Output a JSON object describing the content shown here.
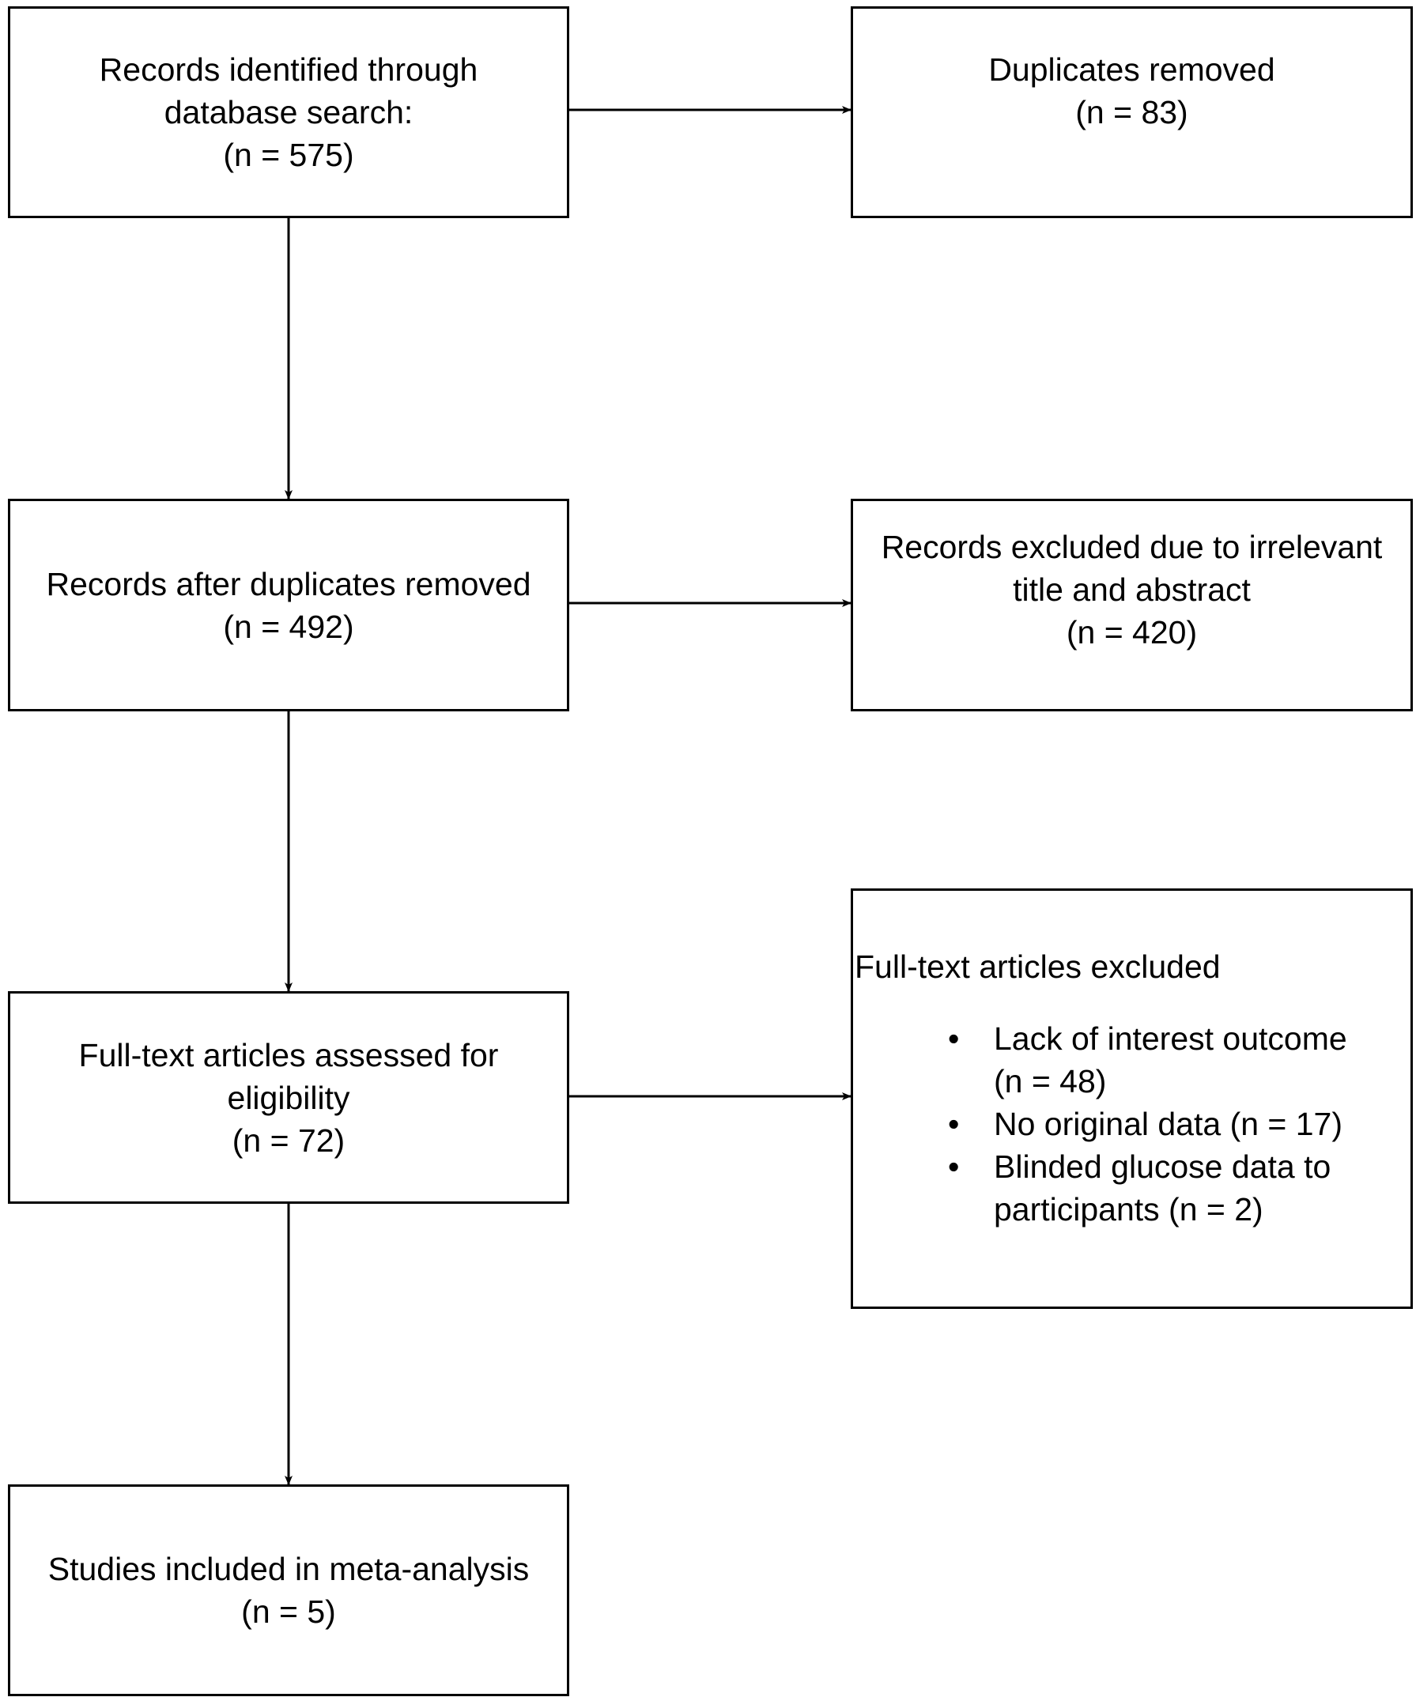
{
  "flow": {
    "identified": {
      "lines": [
        "Records identified through",
        "database search:",
        "(n = 575)"
      ]
    },
    "duplicates": {
      "lines": [
        "Duplicates removed",
        "(n = 83)"
      ]
    },
    "after_duplicates": {
      "lines": [
        "Records after duplicates removed",
        "(n = 492)"
      ]
    },
    "excluded_title": {
      "lines": [
        "Records excluded due to irrelevant",
        "title and abstract",
        "(n = 420)"
      ]
    },
    "assessed": {
      "lines": [
        "Full-text articles assessed for",
        "eligibility",
        "(n = 72)"
      ]
    },
    "fulltext_excluded": {
      "title": "Full-text articles excluded",
      "reasons": [
        {
          "lines": [
            "Lack of interest outcome",
            "(n = 48)"
          ]
        },
        {
          "lines": [
            "No original data (n = 17)"
          ]
        },
        {
          "lines": [
            "Blinded glucose data to",
            "participants (n = 2)"
          ]
        }
      ]
    },
    "included": {
      "lines": [
        "Studies included in meta-analysis",
        "(n = 5)"
      ]
    }
  }
}
